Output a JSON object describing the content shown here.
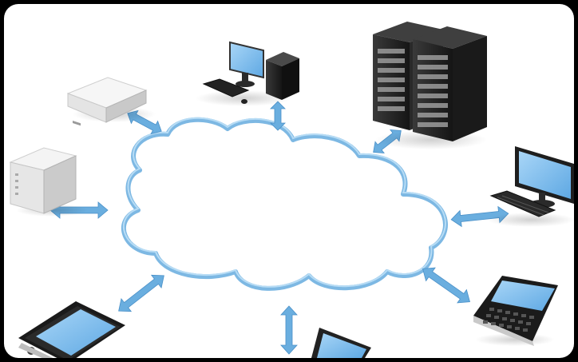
{
  "diagram": {
    "theme": {
      "background": "#ffffff",
      "frame": "#000000",
      "cloud_stroke": "#7db8e3",
      "arrow_fill": "#6aaedf",
      "screen": "#8cc5f0"
    },
    "center": {
      "kind": "cloud"
    },
    "nodes": [
      {
        "id": "small-appliance",
        "icon": "network-appliance-icon"
      },
      {
        "id": "desktop-computer",
        "icon": "desktop-computer-icon"
      },
      {
        "id": "rack-servers",
        "icon": "server-rack-icon"
      },
      {
        "id": "tower-server",
        "icon": "tower-server-icon"
      },
      {
        "id": "monitor-keyboard",
        "icon": "monitor-keyboard-icon"
      },
      {
        "id": "smartphone-left",
        "icon": "smartphone-icon"
      },
      {
        "id": "laptop-bottom",
        "icon": "laptop-icon"
      },
      {
        "id": "qwerty-phone",
        "icon": "qwerty-phone-icon"
      }
    ],
    "connectors": [
      {
        "from": "cloud",
        "to": "small-appliance",
        "type": "bidirectional"
      },
      {
        "from": "cloud",
        "to": "desktop-computer",
        "type": "bidirectional"
      },
      {
        "from": "cloud",
        "to": "rack-servers",
        "type": "bidirectional"
      },
      {
        "from": "cloud",
        "to": "tower-server",
        "type": "bidirectional"
      },
      {
        "from": "cloud",
        "to": "monitor-keyboard",
        "type": "bidirectional"
      },
      {
        "from": "cloud",
        "to": "smartphone-left",
        "type": "bidirectional"
      },
      {
        "from": "cloud",
        "to": "laptop-bottom",
        "type": "bidirectional"
      },
      {
        "from": "cloud",
        "to": "qwerty-phone",
        "type": "bidirectional"
      }
    ]
  }
}
